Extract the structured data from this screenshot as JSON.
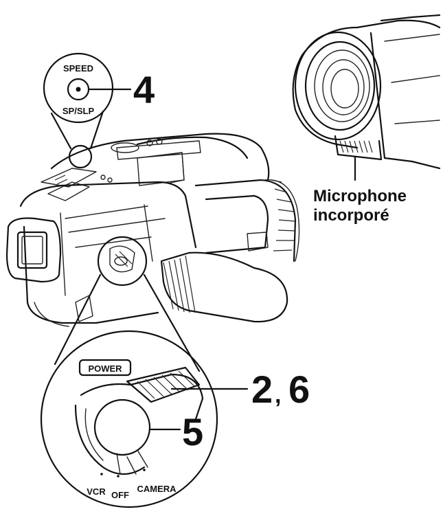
{
  "labels": {
    "speed_top": "SPEED",
    "speed_bottom": "SP/SLP",
    "power": "POWER",
    "microphone_line1": "Microphone",
    "microphone_line2": "incorporé",
    "mode_vcr": "VCR",
    "mode_off": "OFF",
    "mode_camera": "CAMERA"
  },
  "callouts": {
    "speed_button": "4",
    "power_switch": "2",
    "separator": ",",
    "power_switch_alt": "6",
    "power_button": "5"
  }
}
